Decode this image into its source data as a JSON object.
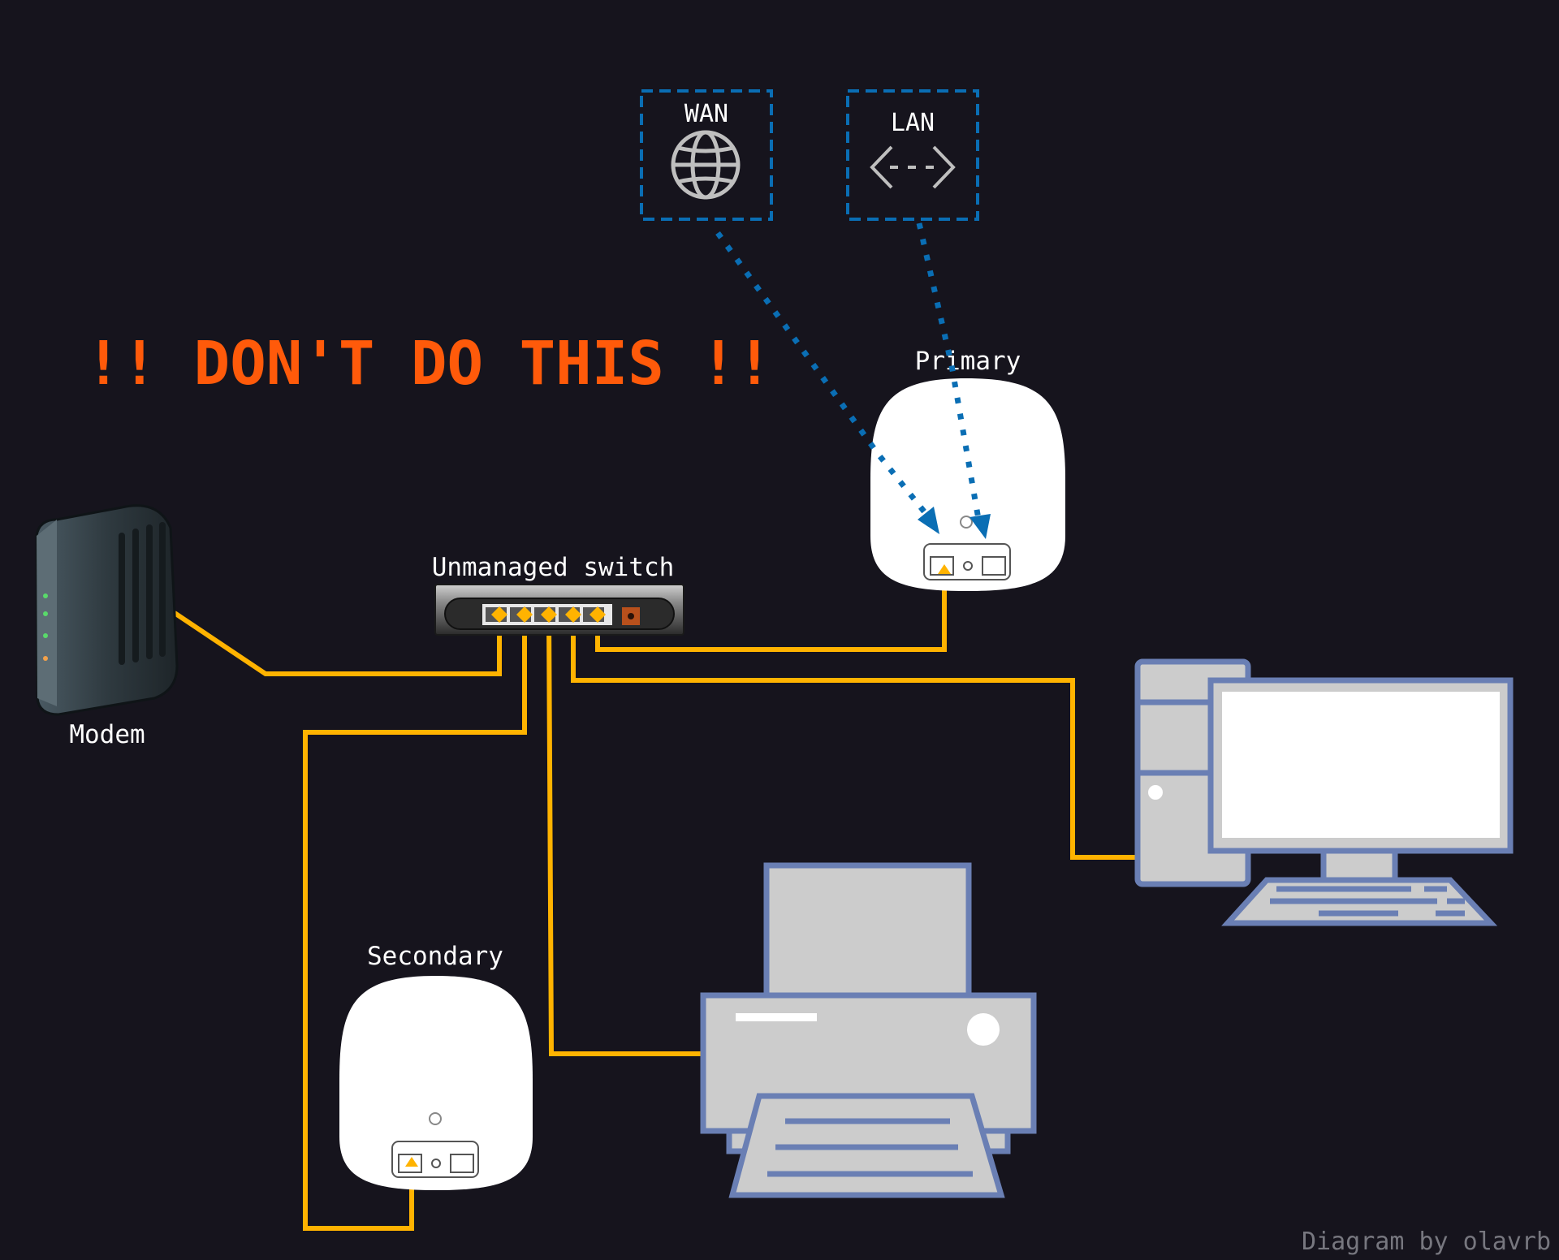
{
  "warning_text": "!! DON'T DO THIS !!",
  "legend": {
    "wan": {
      "label": "WAN",
      "icon": "globe-icon"
    },
    "lan": {
      "label": "LAN",
      "icon": "ethernet-arrows-icon"
    }
  },
  "devices": {
    "modem": "Modem",
    "switch": "Unmanaged switch",
    "primary": "Primary",
    "secondary": "Secondary"
  },
  "credit": "Diagram by olavrb",
  "colors": {
    "background": "#16141d",
    "cable": "#ffb300",
    "wan_lan_link": "#0a6eb4",
    "warning": "#ff5a0a",
    "device_outline": "#6a7fb4",
    "device_fill": "#cccccc"
  }
}
